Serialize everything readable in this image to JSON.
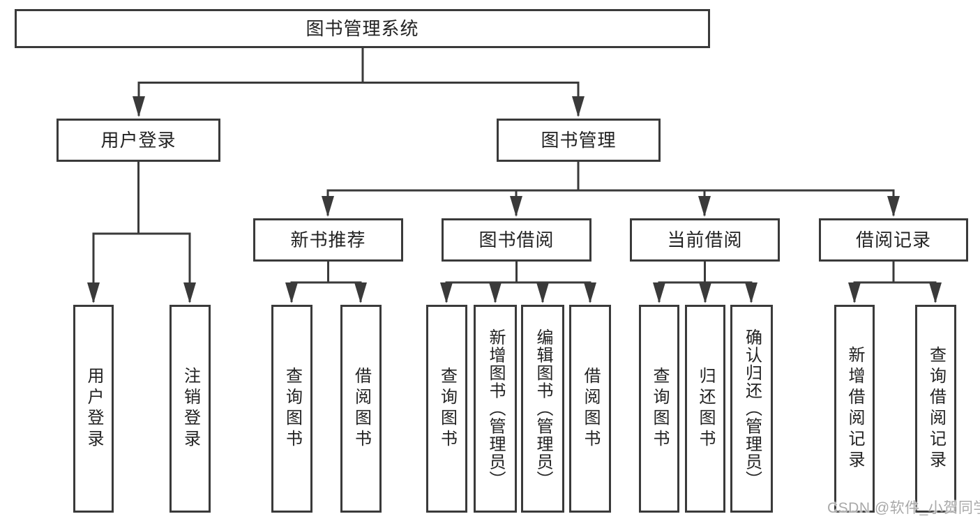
{
  "diagram_title": "图书管理系统",
  "watermark": "CSDN @软件_小贺同学",
  "colors": {
    "line": "#3a3a3a",
    "box_border": "#3a3a3a",
    "text": "#222222",
    "background": "#ffffff",
    "watermark": "#a9a9a9"
  },
  "nodes": {
    "root": "图书管理系统",
    "user_login": "用户登录",
    "book_mgmt": "图书管理",
    "new_book_rec": "新书推荐",
    "book_borrow": "图书借阅",
    "current_borrow": "当前借阅",
    "borrow_records": "借阅记录",
    "leaf_user_login": "用户登录",
    "leaf_logout": "注销登录",
    "leaf_query_books_1": "查询图书",
    "leaf_borrow_books_1": "借阅图书",
    "leaf_query_books_2": "查询图书",
    "leaf_add_books": "新增图书（管理员）",
    "leaf_edit_books": "编辑图书（管理员）",
    "leaf_borrow_books_2": "借阅图书",
    "leaf_query_books_3": "查询图书",
    "leaf_return_books": "归还图书",
    "leaf_confirm_return": "确认归还（管理员）",
    "leaf_add_record": "新增借阅记录",
    "leaf_query_record": "查询借阅记录"
  },
  "structure": {
    "图书管理系统": [
      "用户登录",
      "图书管理"
    ],
    "用户登录": [
      "用户登录",
      "注销登录"
    ],
    "图书管理": [
      "新书推荐",
      "图书借阅",
      "当前借阅",
      "借阅记录"
    ],
    "新书推荐": [
      "查询图书",
      "借阅图书"
    ],
    "图书借阅": [
      "查询图书",
      "新增图书（管理员）",
      "编辑图书（管理员）",
      "借阅图书"
    ],
    "当前借阅": [
      "查询图书",
      "归还图书",
      "确认归还（管理员）"
    ],
    "借阅记录": [
      "新增借阅记录",
      "查询借阅记录"
    ]
  }
}
